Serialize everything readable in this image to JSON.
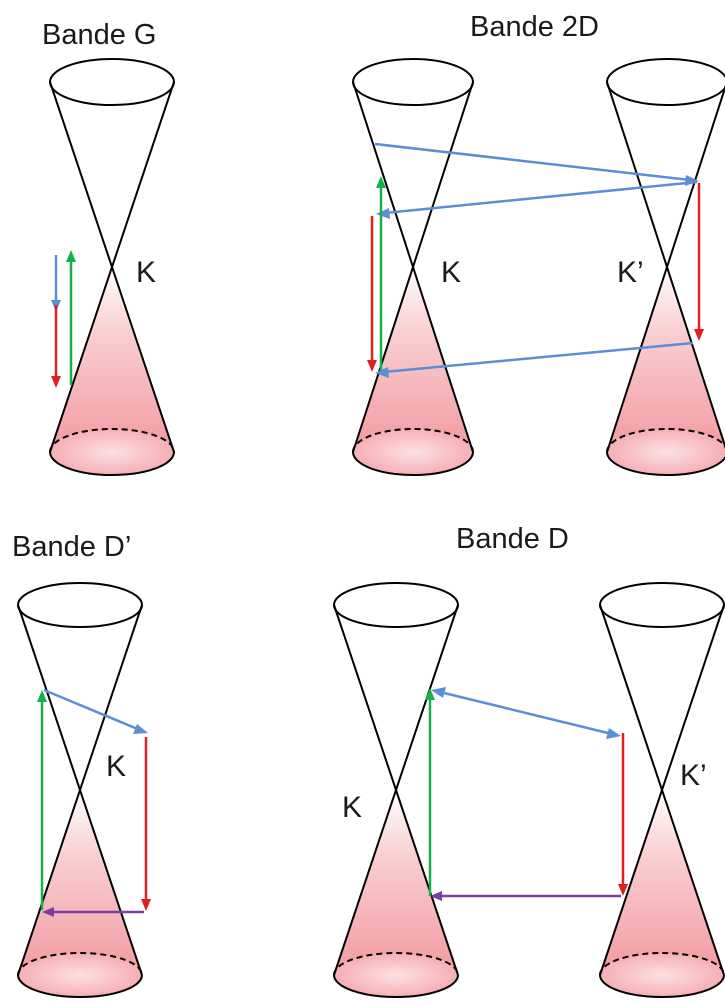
{
  "panels": {
    "g": {
      "title": "Bande G",
      "point_labels": [
        "K"
      ]
    },
    "two_d": {
      "title": "Bande 2D",
      "point_labels": [
        "K",
        "K’"
      ]
    },
    "d_prime": {
      "title": "Bande D’",
      "point_labels": [
        "K"
      ]
    },
    "d": {
      "title": "Bande D",
      "point_labels": [
        "K",
        "K’"
      ]
    }
  },
  "colors": {
    "line": "#000000",
    "cone_fill_top": "#f4a9ad",
    "cone_fill_mid": "#f7c3c5",
    "ellipse_fill": "#f6b6ba",
    "blue": "#5b8ed6",
    "green": "#18b04c",
    "red": "#e02020",
    "purple": "#7a3fa0"
  }
}
